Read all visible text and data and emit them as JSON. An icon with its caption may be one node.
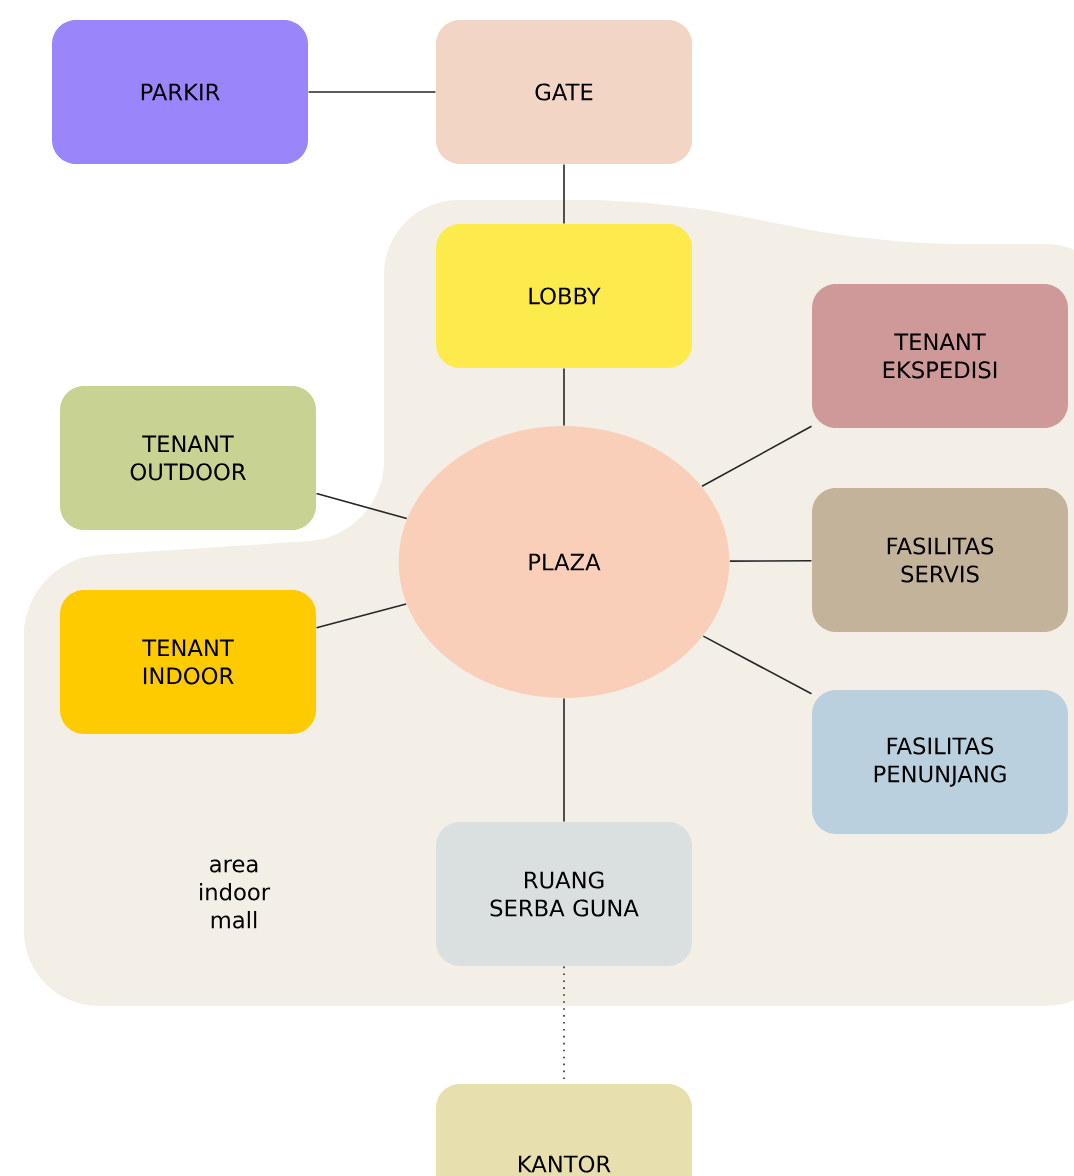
{
  "diagram": {
    "nodes": [
      {
        "text": [
          "PARKIR"
        ]
      },
      {
        "text": [
          "GATE"
        ]
      },
      {
        "text": [
          "area indoor mall"
        ]
      },
      {
        "text": [
          "LOBBY"
        ],
        "in": 2
      },
      {
        "text": [
          "TENANT EKSPEDISI"
        ],
        "in": 2
      },
      {
        "text": [
          "TENANT OUTDOOR"
        ]
      },
      {
        "text": [
          "PLAZA"
        ],
        "in": 2
      },
      {
        "text": [
          "FASILITAS SERVIS"
        ],
        "in": 2
      },
      {
        "text": [
          "TENANT INDOOR"
        ],
        "in": 2
      },
      {
        "text": [
          "FASILITAS PENUNJANG"
        ],
        "in": 2
      },
      {
        "text": [
          "RUANG SERBA GUNA"
        ],
        "in": 2
      },
      {
        "text": [
          "KANTOR"
        ]
      }
    ],
    "edges": [
      {
        "from": 0,
        "to": 1,
        "arrow": "none"
      },
      {
        "from": 1,
        "to": 3,
        "arrow": "none"
      },
      {
        "from": 3,
        "to": 6,
        "arrow": "none"
      },
      {
        "from": 6,
        "to": 4,
        "arrow": "none"
      },
      {
        "from": 5,
        "to": 6,
        "arrow": "none"
      },
      {
        "from": 6,
        "to": 7,
        "arrow": "none"
      },
      {
        "from": 8,
        "to": 6,
        "arrow": "none"
      },
      {
        "from": 6,
        "to": 9,
        "arrow": "none"
      },
      {
        "from": 6,
        "to": 10,
        "arrow": "none"
      },
      {
        "from": 10,
        "to": 11,
        "arrow": "none",
        "style": "dashed"
      }
    ]
  }
}
